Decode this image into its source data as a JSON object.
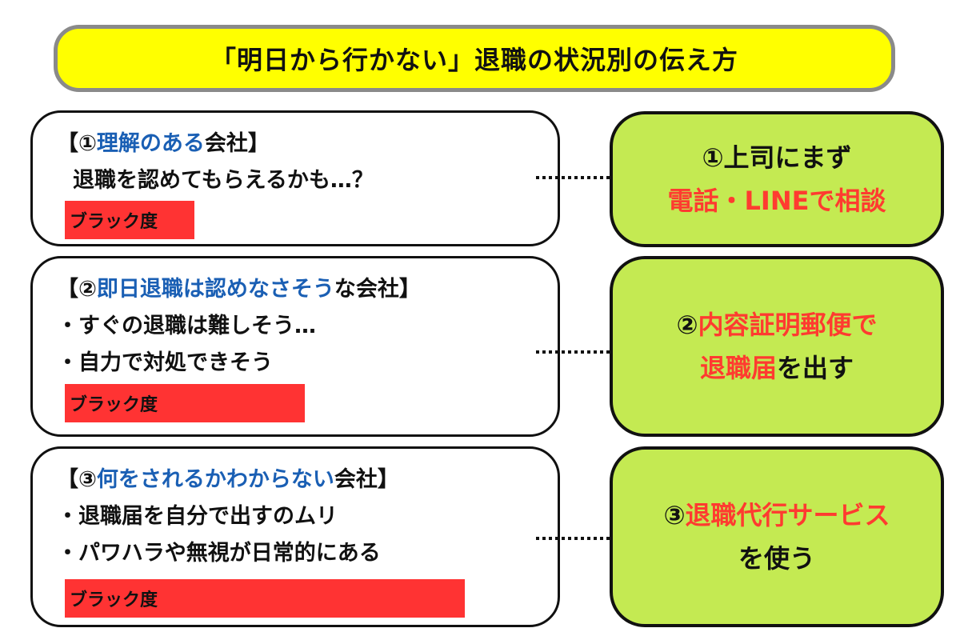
{
  "title": "「明日から行かない」退職の状況別の伝え方",
  "colors": {
    "title_bg": "#ffff00",
    "title_border": "#8a8a8a",
    "highlight_blue": "#1a5fb4",
    "black_bar": "#ff3333",
    "action_bg": "#c4ea52",
    "action_red": "#ff3b30"
  },
  "cases": [
    {
      "heading_prefix": "【①",
      "heading_highlight": "理解のある",
      "heading_suffix": "会社】",
      "lines": [
        "退職を認めてもらえるかも…？"
      ],
      "black_label": "ブラック度",
      "black_level": 1
    },
    {
      "heading_prefix": "【②",
      "heading_highlight": "即日退職は認めなさそう",
      "heading_suffix": "な会社】",
      "lines": [
        "・すぐの退職は難しそう…",
        "・自力で対処できそう"
      ],
      "black_label": "ブラック度",
      "black_level": 2
    },
    {
      "heading_prefix": "【③",
      "heading_highlight": "何をされるかわからない",
      "heading_suffix": "会社】",
      "lines": [
        "・退職届を自分で出すのムリ",
        "・パワハラや無視が日常的にある"
      ],
      "black_label": "ブラック度",
      "black_level": 3
    }
  ],
  "actions": [
    {
      "line1_black": "①上司にまず",
      "line2_red": "電話・LINEで相談"
    },
    {
      "line1_black": "②",
      "line1_red": "内容証明郵便で",
      "line2_red": "退職届",
      "line2_black": "を出す"
    },
    {
      "line1_black": "③",
      "line1_red": "退職代行サービス",
      "line2_black": "を使う"
    }
  ],
  "arrow_icon": "dotted-arrow-right-icon"
}
